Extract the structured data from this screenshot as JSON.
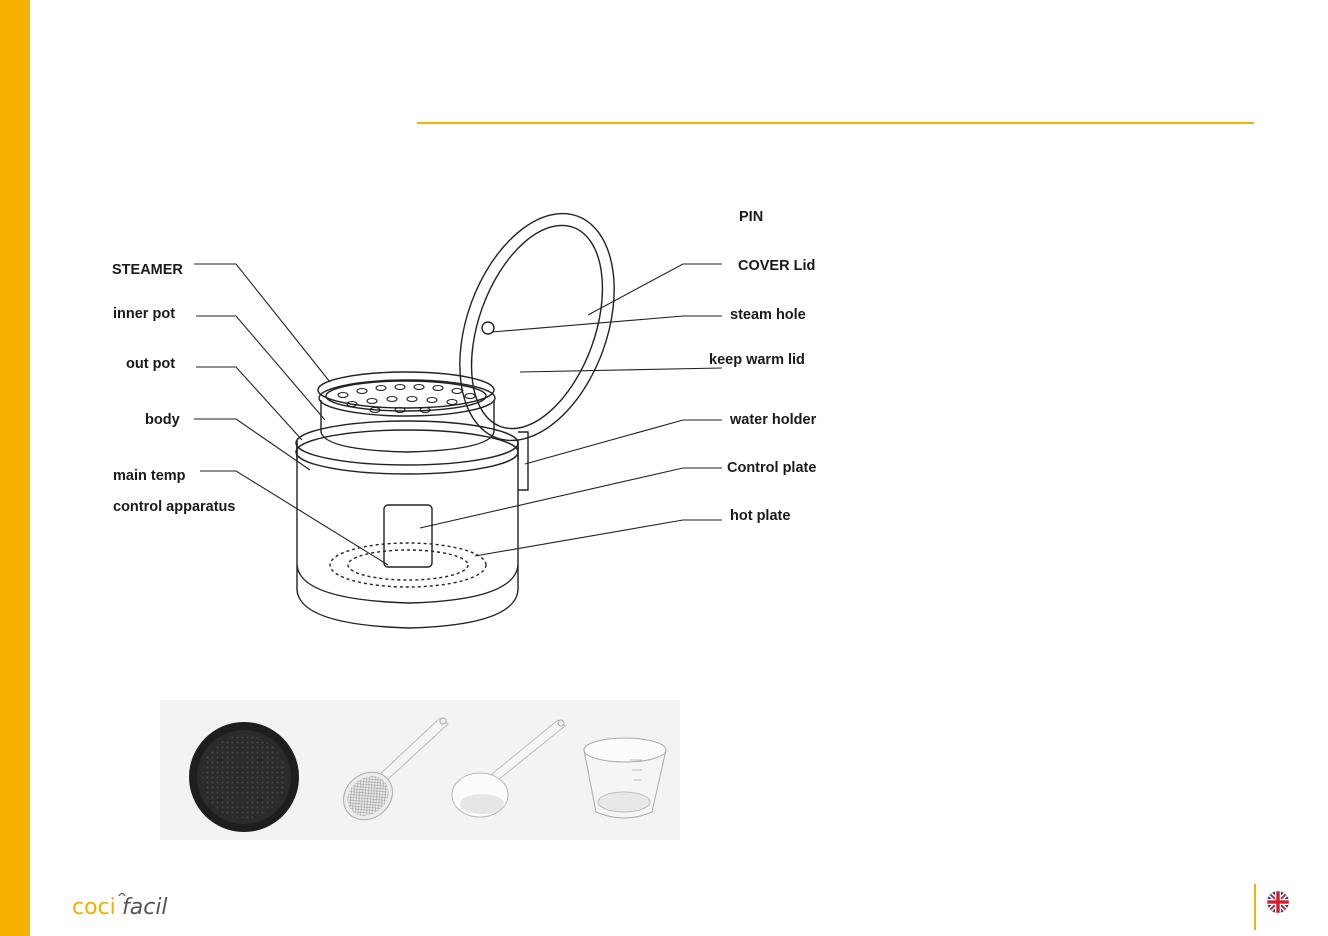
{
  "brand": {
    "part1": "coci",
    "part2": "facil"
  },
  "colors": {
    "accent": "#f5b000"
  },
  "labels": {
    "steamer": "STEAMER",
    "inner_pot": "inner pot",
    "out_pot": "out pot",
    "body": "body",
    "main_temp": "main temp",
    "control_apparatus": "control apparatus",
    "pin": "PIN",
    "cover_lid": "COVER Lid",
    "steam_hole": "steam hole",
    "keep_warm_lid": "keep warm lid",
    "water_holder": "water holder",
    "control_plate": "Control plate",
    "hot_plate": "hot plate"
  },
  "accessories": [
    {
      "name": "inner-pot-photo"
    },
    {
      "name": "rice-paddle-photo"
    },
    {
      "name": "soup-ladle-photo"
    },
    {
      "name": "measuring-cup-photo"
    }
  ],
  "language_flag": "uk-flag-icon"
}
